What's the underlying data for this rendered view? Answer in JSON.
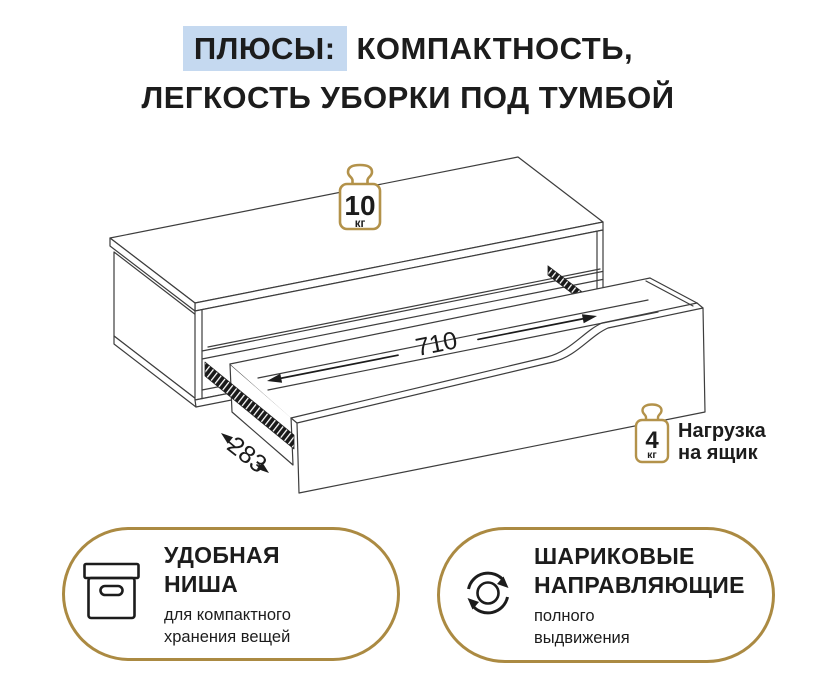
{
  "title": {
    "highlight": "ПЛЮСЫ:",
    "line1_rest": "КОМПАКТНОСТЬ,",
    "line2": "ЛЕГКОСТЬ УБОРКИ ПОД ТУМБОЙ"
  },
  "diagram": {
    "top_weight": {
      "value": "10",
      "unit": "кг"
    },
    "drawer_weight": {
      "value": "4",
      "unit": "кг"
    },
    "drawer_load_line1": "Нагрузка",
    "drawer_load_line2": "на ящик",
    "width_dimension": "710",
    "depth_dimension": "283"
  },
  "features": [
    {
      "icon": "storage-box-icon",
      "title_line1": "УДОБНАЯ",
      "title_line2": "НИША",
      "desc_line1": "для компактного",
      "desc_line2": "хранения вещей"
    },
    {
      "icon": "rotate-arrows-icon",
      "title_line1": "ШАРИКОВЫЕ",
      "title_line2": "НАПРАВЛЯЮЩИЕ",
      "desc_line1": "полного",
      "desc_line2": "выдвижения"
    }
  ],
  "colors": {
    "accent_gold": "#ab8a42",
    "highlight_blue": "#c5d9f0",
    "text": "#1c1c1c",
    "line_art": "#3d3d3d"
  }
}
